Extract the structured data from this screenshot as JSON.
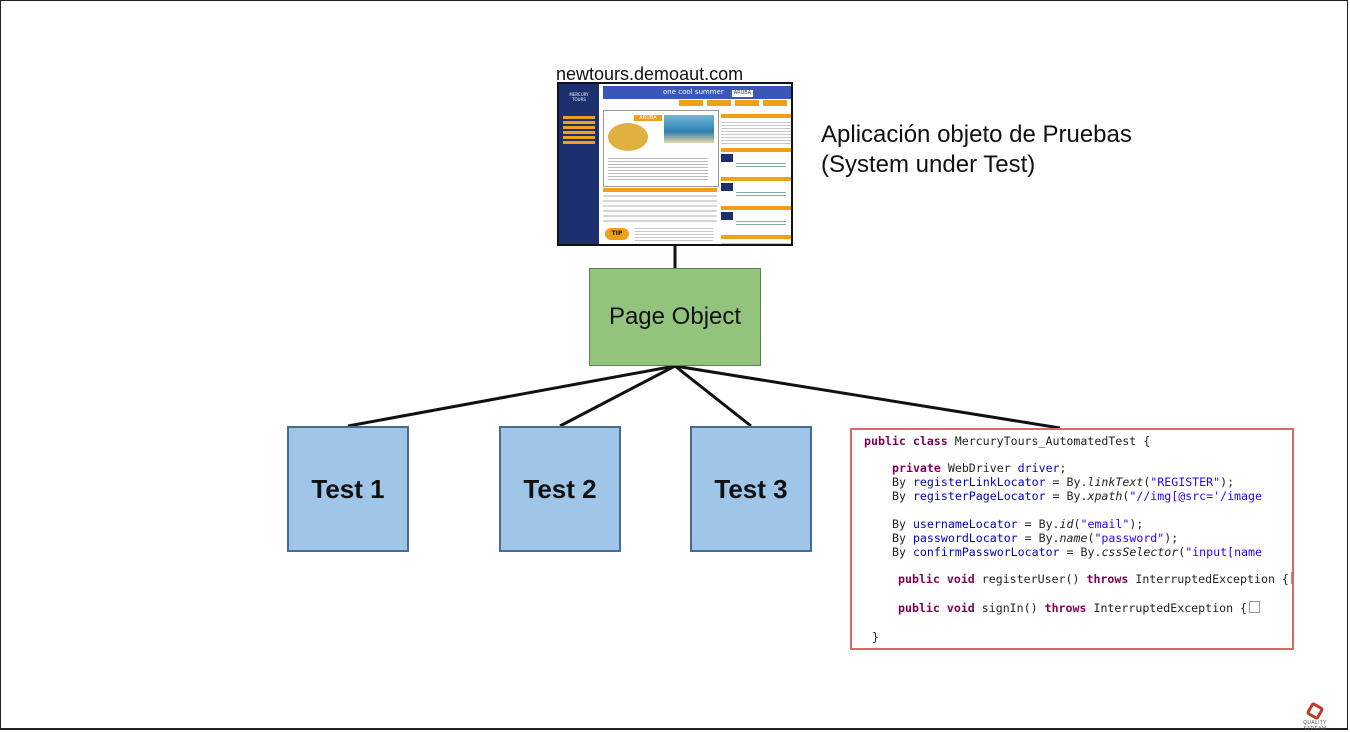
{
  "diagram": {
    "site_label": "newtours.demoaut.com",
    "sut_caption": {
      "line1": "Aplicación objeto de Pruebas",
      "line2": "(System under Test)"
    },
    "page_object_label": "Page Object",
    "tests": [
      "Test 1",
      "Test 2",
      "Test 3"
    ],
    "colors": {
      "page_object_fill": "#93c47d",
      "test_fill": "#9fc5e8",
      "code_border": "#e06666",
      "connector": "#111111"
    }
  },
  "thumbnail": {
    "banner_text": "one cool summer",
    "banner_badge": "ARUBA",
    "logo_text": "MERCURY TOURS",
    "destination": "ARUBA",
    "tip_label": "TIP"
  },
  "code": {
    "class_decl_kw": "public class",
    "class_name": " MercuryTours_AutomatedTest {",
    "field_kw": "private",
    "field_type": " WebDriver ",
    "field_name": "driver",
    "field_end": ";",
    "locators": [
      {
        "type": "By ",
        "name": "registerLinkLocator",
        "mid": " = By.",
        "method": "linkText",
        "open": "(",
        "arg": "\"REGISTER\"",
        "close": ");"
      },
      {
        "type": "By ",
        "name": "registerPageLocator",
        "mid": " = By.",
        "method": "xpath",
        "open": "(",
        "arg": "\"//img[@src='/image",
        "close": ""
      },
      {
        "type": "By ",
        "name": "usernameLocator",
        "mid": " = By.",
        "method": "id",
        "open": "(",
        "arg": "\"email\"",
        "close": ");"
      },
      {
        "type": "By ",
        "name": "passwordLocator",
        "mid": " = By.",
        "method": "name",
        "open": "(",
        "arg": "\"password\"",
        "close": ");"
      },
      {
        "type": "By ",
        "name": "confirmPassworLocator",
        "mid": " = By.",
        "method": "cssSelector",
        "open": "(",
        "arg": "\"input[name",
        "close": ""
      }
    ],
    "methods": [
      {
        "kw": "public void",
        "sig": " registerUser() ",
        "throws": "throws",
        "exc": " InterruptedException {"
      },
      {
        "kw": "public void",
        "sig": " signIn() ",
        "throws": "throws",
        "exc": " InterruptedException {"
      }
    ],
    "closing": "}"
  },
  "watermark": {
    "text": "QUALITY STREAM",
    "icon": "hexagon-logo-icon",
    "color": "#c0392b"
  }
}
